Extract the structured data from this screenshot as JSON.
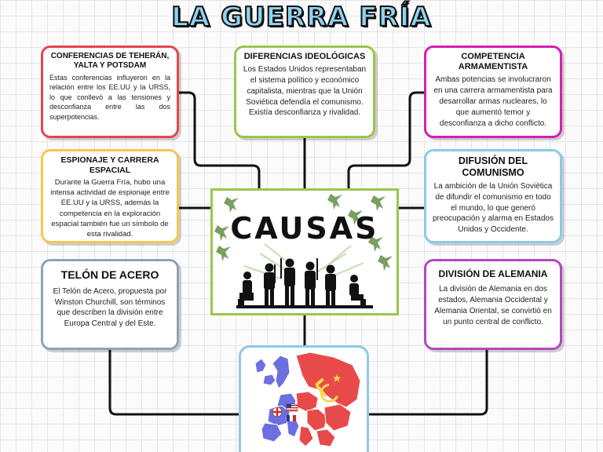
{
  "title": "LA GUERRA FRÍA",
  "center": {
    "label": "CAUSAS"
  },
  "boxes": {
    "conferencias": {
      "title": "CONFERENCIAS DE TEHERÁN, YALTA Y POTSDAM",
      "body": "Estas conferencias influyeron en la relación entre los EE.UU y la URSS, lo que conllevó a las tensiones y desconfianza entre las dos superpotencias.",
      "color": "#e2464f"
    },
    "ideologicas": {
      "title": "DIFERENCIAS IDEOLÓGICAS",
      "body": "Los Estados Unidos representaban el sistema político y económico capitalista, mientras que la Unión Soviética defendía el comunismo. Existía desconfianza y rivalidad.",
      "color": "#9bc64a"
    },
    "armamentista": {
      "title": "COMPETENCIA ARMAMENTISTA",
      "body": "Ambas potencias se involucraron en una carrera armamentista para desarrollar armas nucleares, lo que aumentó temor y desconfianza a dicho conflicto.",
      "color": "#d21fb1"
    },
    "espionaje": {
      "title": "ESPIONAJE Y CARRERA ESPACIAL",
      "body": "Durante la Guerra Fría, hubo una intensa actividad de espionaje entre EE.UU y la URSS, además la competencia en la exploración espacial también fue un símbolo de esta rivalidad.",
      "color": "#f6c650"
    },
    "difusion": {
      "title": "DIFUSIÓN DEL COMUNISMO",
      "body": "La ambición de la Unión Soviética de difundir el comunismo en todo el mundo, lo que generó preocupación y alarma en Estados Unidos y Occidente.",
      "color": "#8ec8e8"
    },
    "telon": {
      "title": "TELÓN DE ACERO",
      "body": "El Telón de Acero, propuesta por Winston Churchill, son términos que describen la división entre Europa Central y del Este.",
      "color": "#8fa3b5"
    },
    "alemania": {
      "title": "DIVISIÓN DE ALEMANIA",
      "body": "La división de Alemania en dos estados, Alemania Occidental y Alemania Oriental, se convirtió en un punto central de conflicto.",
      "color": "#b447c1"
    }
  }
}
